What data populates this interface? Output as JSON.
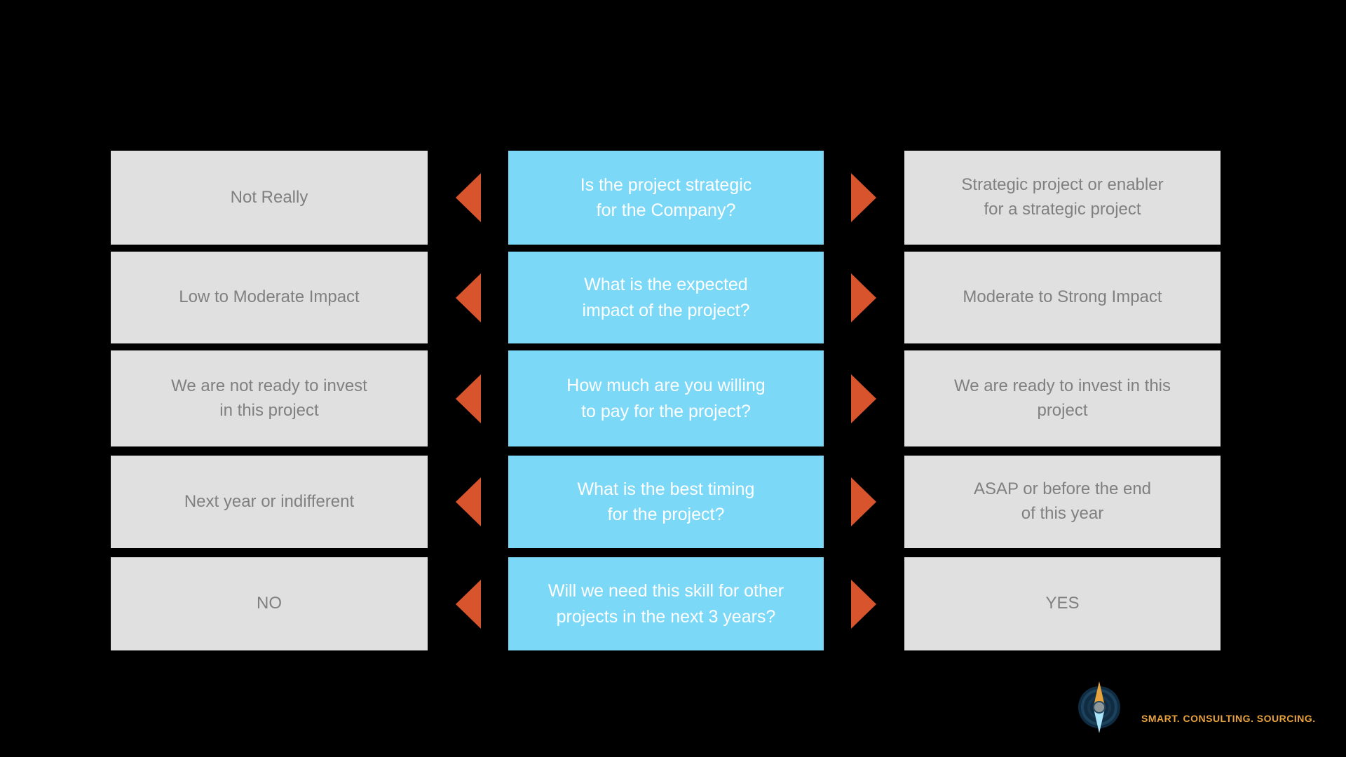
{
  "slide": {
    "background": "#000000",
    "rows": [
      {
        "left": "Not Really",
        "question": "Is the project strategic\nfor the Company?",
        "right": "Strategic project or enabler\nfor a strategic project"
      },
      {
        "left": "Low to Moderate Impact",
        "question": "What is the expected\nimpact of the project?",
        "right": "Moderate to Strong Impact"
      },
      {
        "left": "We are not ready to invest\nin this project",
        "question": "How much are you willing\nto pay for the project?",
        "right": "We are ready to invest in this\nproject"
      },
      {
        "left": "Next year or indifferent",
        "question": "What is the best timing\nfor the project?",
        "right": "ASAP or before the end\nof this year"
      },
      {
        "left": "NO",
        "question": "Will we need this skill for other\nprojects  in the next 3 years?",
        "right": "YES"
      }
    ],
    "colors": {
      "answer_box": "#E0E0E0",
      "answer_text": "#808080",
      "question_box": "#7CD8F7",
      "question_text": "#FFFFFF",
      "arrow": "#D8542C",
      "brand_gold": "#E8A33C",
      "logo_navy": "#0F2C42",
      "logo_needle_orange": "#E8A33C",
      "logo_needle_light_blue": "#A8E4FA"
    },
    "icons": {
      "arrow_left": "triangle-left",
      "arrow_right": "triangle-right",
      "logo": "compass-icon"
    },
    "footer": {
      "tagline": "SMART. CONSULTING. SOURCING."
    }
  }
}
